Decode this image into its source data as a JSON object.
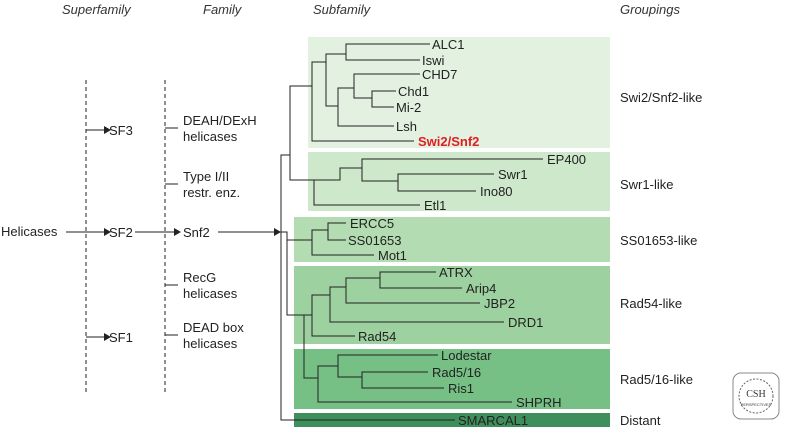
{
  "headers": {
    "superfamily": "Superfamily",
    "family": "Family",
    "subfamily": "Subfamily",
    "groupings": "Groupings"
  },
  "root": "Helicases",
  "superfamilies": [
    "SF3",
    "SF2",
    "SF1"
  ],
  "families": {
    "deah_line1": "DEAH/DExH",
    "deah_line2": "helicases",
    "type_line1": "Type I/II",
    "type_line2": "restr. enz.",
    "snf2": "Snf2",
    "recg_line1": "RecG",
    "recg_line2": "helicases",
    "dead_line1": "DEAD box",
    "dead_line2": "helicases"
  },
  "subfamilies": {
    "alc1": "ALC1",
    "iswi": "Iswi",
    "chd7": "CHD7",
    "chd1": "Chd1",
    "mi2": "Mi-2",
    "lsh": "Lsh",
    "swi2snf2": "Swi2/Snf2",
    "ep400": "EP400",
    "swr1": "Swr1",
    "ino80": "Ino80",
    "etl1": "Etl1",
    "ercc5": "ERCC5",
    "ss01653": "SS01653",
    "mot1": "Mot1",
    "atrx": "ATRX",
    "arip4": "Arip4",
    "jbp2": "JBP2",
    "drd1": "DRD1",
    "rad54": "Rad54",
    "lodestar": "Lodestar",
    "rad516": "Rad5/16",
    "ris1": "Ris1",
    "shprh": "SHPRH",
    "smarcal1": "SMARCAL1"
  },
  "groupings": {
    "swi2snf2_like": "Swi2/Snf2-like",
    "swr1_like": "Swr1-like",
    "ss01653_like": "SS01653-like",
    "rad54_like": "Rad54-like",
    "rad516_like": "Rad5/16-like",
    "distant": "Distant"
  },
  "group_colors": {
    "swi2snf2_like": "#e3f1e1",
    "swr1_like": "#cde8cb",
    "ss01653_like": "#b3dcb2",
    "rad54_like": "#9dd1a0",
    "rad516_like": "#76c086",
    "distant": "#3f8f5c"
  },
  "highlight_color": "#e02020",
  "logo": {
    "text_top": "CSH",
    "text_bottom": "PERSPECTIVES"
  }
}
